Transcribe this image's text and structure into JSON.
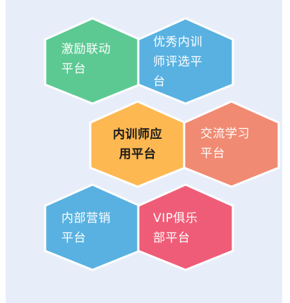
{
  "diagram": {
    "hexagons": [
      {
        "id": "motivation",
        "text": "激励联动\n平台",
        "color": "#5cc993"
      },
      {
        "id": "evaluation",
        "text": "优秀内训\n师评选平\n台",
        "color": "#58b1e1"
      },
      {
        "id": "core",
        "text": "内训师应\n用平台",
        "color": "#fdb852"
      },
      {
        "id": "exchange",
        "text": "交流学习\n平台",
        "color": "#f18a72"
      },
      {
        "id": "marketing",
        "text": "内部营销\n平台",
        "color": "#58b1e1"
      },
      {
        "id": "vip",
        "text": "VIP俱乐\n部平台",
        "color": "#ef5c77"
      }
    ]
  }
}
